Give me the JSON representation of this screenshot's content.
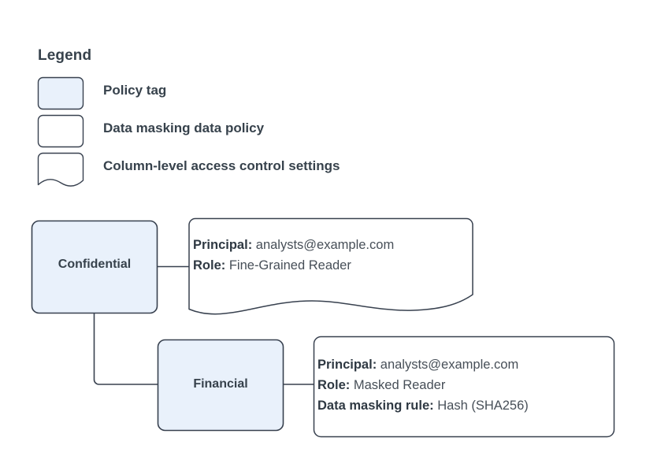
{
  "legend": {
    "title": "Legend",
    "items": [
      {
        "shape": "policy-tag-swatch",
        "label": "Policy tag"
      },
      {
        "shape": "data-policy-swatch",
        "label": "Data masking data policy"
      },
      {
        "shape": "access-control-swatch",
        "label": "Column-level access control settings"
      }
    ]
  },
  "nodes": [
    {
      "id": "confidential",
      "label": "Confidential"
    },
    {
      "id": "financial",
      "label": "Financial"
    }
  ],
  "callouts": [
    {
      "id": "confidential-settings",
      "lines": [
        {
          "key": "Principal:",
          "value": "analysts@example.com"
        },
        {
          "key": "Role:",
          "value": "Fine-Grained Reader"
        }
      ]
    },
    {
      "id": "financial-settings",
      "lines": [
        {
          "key": "Principal:",
          "value": "analysts@example.com"
        },
        {
          "key": "Role:",
          "value": "Masked Reader"
        },
        {
          "key": "Data masking rule:",
          "value": "Hash (SHA256)"
        }
      ]
    }
  ],
  "colors": {
    "node_fill": "#e9f1fb",
    "node_stroke": "#38414f",
    "callout_fill": "#ffffff",
    "callout_stroke": "#38414f",
    "connector": "#38414f",
    "text": "#37424c",
    "background": "#ffffff"
  }
}
